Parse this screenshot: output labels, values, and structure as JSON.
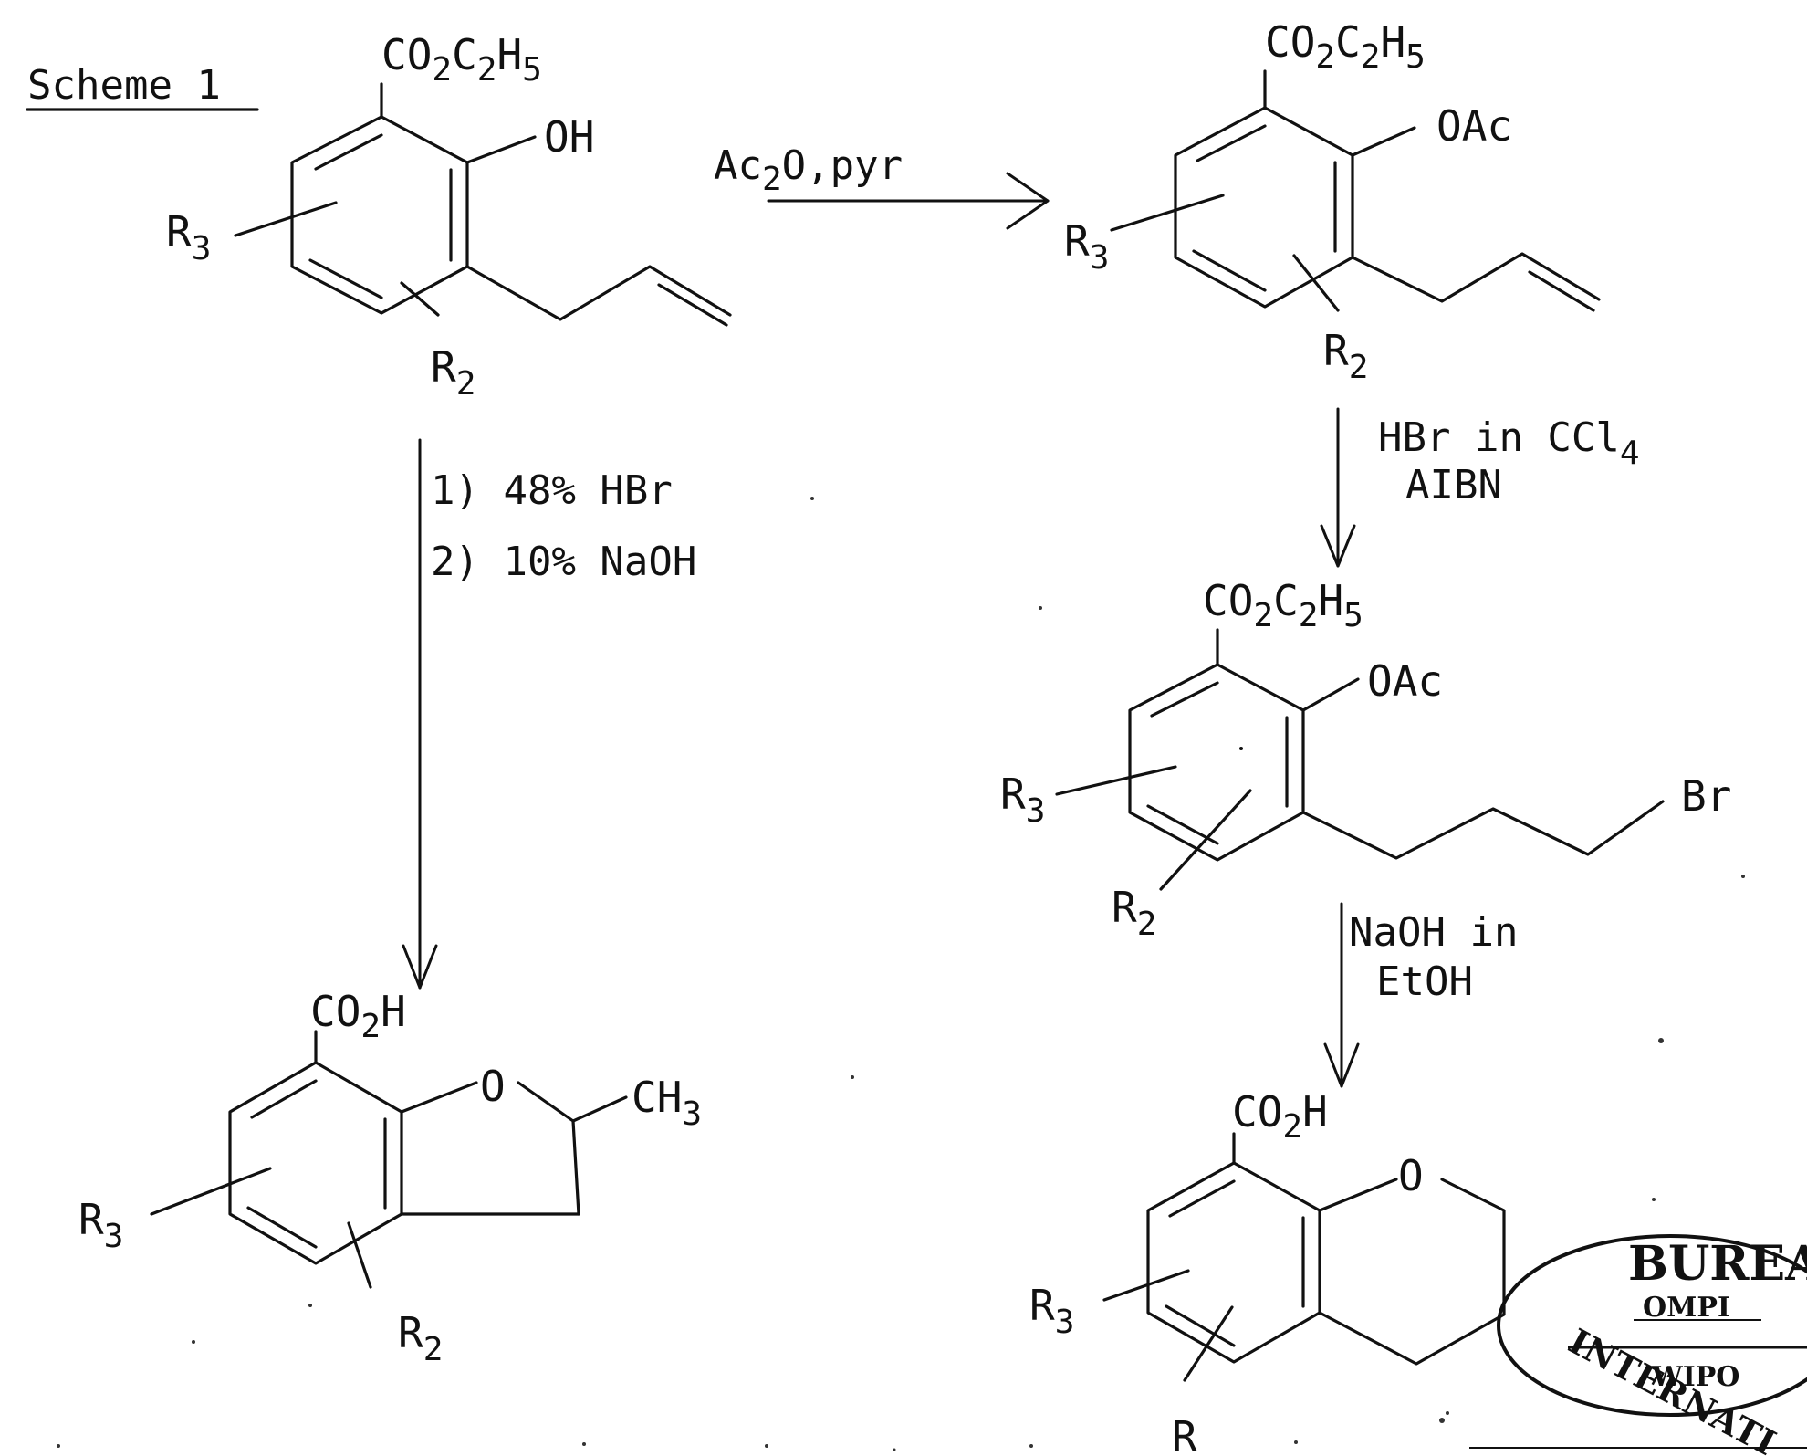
{
  "scheme_title": "Scheme 1",
  "groups": {
    "ester": [
      "CO",
      "2",
      "C",
      "2",
      "H",
      "5"
    ],
    "acid": [
      "CO",
      "2",
      "H"
    ],
    "hydroxyl": "OH",
    "acetoxy": "OAc",
    "bromo": "Br",
    "ring_oxygen": "O",
    "r3": [
      "R",
      "3"
    ],
    "r2": [
      "R",
      "2"
    ],
    "methyl": [
      "CH",
      "3"
    ]
  },
  "conditions": {
    "acetylation": [
      "Ac",
      "2",
      "O,pyr"
    ],
    "cyclization_step1": "1) 48% HBr",
    "cyclization_step2": "2) 10% NaOH",
    "bromination_line1": [
      "HBr in CCl",
      "4"
    ],
    "bromination_line2": "AIBN",
    "ring_closure_line1": "NaOH in",
    "ring_closure_line2": "EtOH"
  },
  "stamp": {
    "top": "BUREA",
    "middle": "OMPI",
    "lower": "WIPO",
    "bottom": "INTERNATI"
  }
}
